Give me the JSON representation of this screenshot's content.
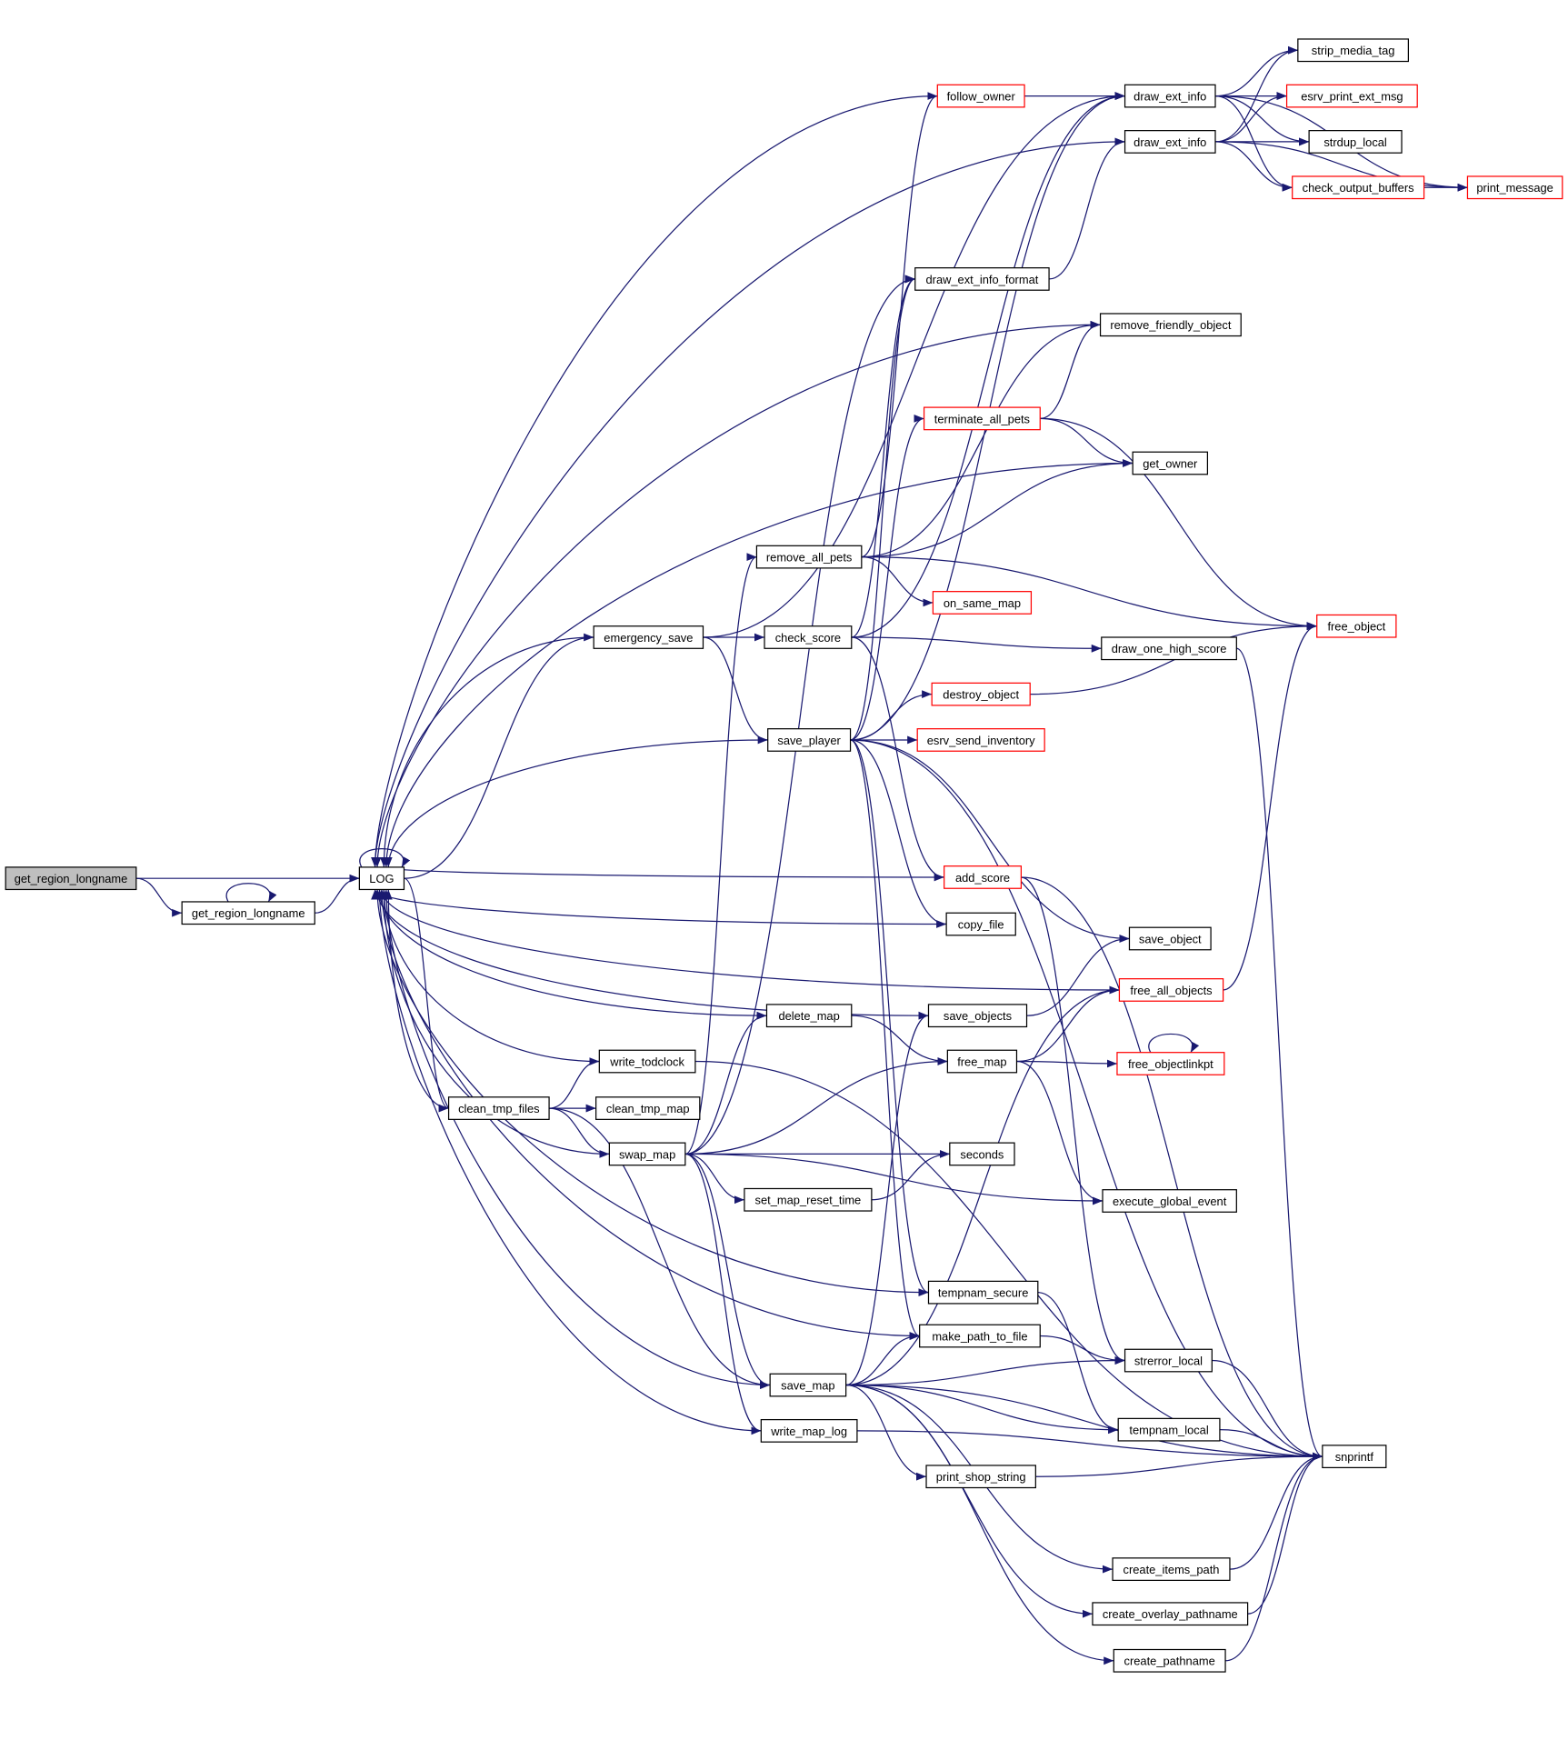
{
  "colors": {
    "edge": "#191970",
    "node_border": "#000000",
    "node_border_highlight": "#ff0000",
    "root_fill": "#bfbfbf",
    "node_fill": "#ffffff"
  },
  "nodes": [
    {
      "id": "root",
      "label": "get_region_longname",
      "style": "root"
    },
    {
      "id": "grl2",
      "label": "get_region_longname",
      "style": "normal"
    },
    {
      "id": "log",
      "label": "LOG",
      "style": "normal"
    },
    {
      "id": "follow_owner",
      "label": "follow_owner",
      "style": "red"
    },
    {
      "id": "dei1",
      "label": "draw_ext_info",
      "style": "normal"
    },
    {
      "id": "dei2",
      "label": "draw_ext_info",
      "style": "normal"
    },
    {
      "id": "strip_media_tag",
      "label": "strip_media_tag",
      "style": "normal"
    },
    {
      "id": "esrv_print_ext_msg",
      "label": "esrv_print_ext_msg",
      "style": "red"
    },
    {
      "id": "strdup_local",
      "label": "strdup_local",
      "style": "normal"
    },
    {
      "id": "check_output_buffers",
      "label": "check_output_buffers",
      "style": "red"
    },
    {
      "id": "print_message",
      "label": "print_message",
      "style": "red"
    },
    {
      "id": "draw_ext_info_format",
      "label": "draw_ext_info_format",
      "style": "normal"
    },
    {
      "id": "remove_friendly_object",
      "label": "remove_friendly_object",
      "style": "normal"
    },
    {
      "id": "terminate_all_pets",
      "label": "terminate_all_pets",
      "style": "red"
    },
    {
      "id": "get_owner",
      "label": "get_owner",
      "style": "normal"
    },
    {
      "id": "remove_all_pets",
      "label": "remove_all_pets",
      "style": "normal"
    },
    {
      "id": "on_same_map",
      "label": "on_same_map",
      "style": "red"
    },
    {
      "id": "free_object",
      "label": "free_object",
      "style": "red"
    },
    {
      "id": "emergency_save",
      "label": "emergency_save",
      "style": "normal"
    },
    {
      "id": "check_score",
      "label": "check_score",
      "style": "normal"
    },
    {
      "id": "draw_one_high_score",
      "label": "draw_one_high_score",
      "style": "normal"
    },
    {
      "id": "destroy_object",
      "label": "destroy_object",
      "style": "red"
    },
    {
      "id": "save_player",
      "label": "save_player",
      "style": "normal"
    },
    {
      "id": "esrv_send_inventory",
      "label": "esrv_send_inventory",
      "style": "red"
    },
    {
      "id": "add_score",
      "label": "add_score",
      "style": "red"
    },
    {
      "id": "copy_file",
      "label": "copy_file",
      "style": "normal"
    },
    {
      "id": "save_object",
      "label": "save_object",
      "style": "normal"
    },
    {
      "id": "free_all_objects",
      "label": "free_all_objects",
      "style": "red"
    },
    {
      "id": "save_objects",
      "label": "save_objects",
      "style": "normal"
    },
    {
      "id": "delete_map",
      "label": "delete_map",
      "style": "normal"
    },
    {
      "id": "free_map",
      "label": "free_map",
      "style": "normal"
    },
    {
      "id": "free_objectlinkpt",
      "label": "free_objectlinkpt",
      "style": "red"
    },
    {
      "id": "write_todclock",
      "label": "write_todclock",
      "style": "normal"
    },
    {
      "id": "clean_tmp_files",
      "label": "clean_tmp_files",
      "style": "normal"
    },
    {
      "id": "clean_tmp_map",
      "label": "clean_tmp_map",
      "style": "normal"
    },
    {
      "id": "swap_map",
      "label": "swap_map",
      "style": "normal"
    },
    {
      "id": "seconds",
      "label": "seconds",
      "style": "normal"
    },
    {
      "id": "set_map_reset_time",
      "label": "set_map_reset_time",
      "style": "normal"
    },
    {
      "id": "execute_global_event",
      "label": "execute_global_event",
      "style": "normal"
    },
    {
      "id": "tempnam_secure",
      "label": "tempnam_secure",
      "style": "normal"
    },
    {
      "id": "make_path_to_file",
      "label": "make_path_to_file",
      "style": "normal"
    },
    {
      "id": "strerror_local",
      "label": "strerror_local",
      "style": "normal"
    },
    {
      "id": "save_map",
      "label": "save_map",
      "style": "normal"
    },
    {
      "id": "write_map_log",
      "label": "write_map_log",
      "style": "normal"
    },
    {
      "id": "tempnam_local",
      "label": "tempnam_local",
      "style": "normal"
    },
    {
      "id": "snprintf",
      "label": "snprintf",
      "style": "normal"
    },
    {
      "id": "print_shop_string",
      "label": "print_shop_string",
      "style": "normal"
    },
    {
      "id": "create_items_path",
      "label": "create_items_path",
      "style": "normal"
    },
    {
      "id": "create_overlay_pathname",
      "label": "create_overlay_pathname",
      "style": "normal"
    },
    {
      "id": "create_pathname",
      "label": "create_pathname",
      "style": "normal"
    }
  ],
  "edges": [
    [
      "root",
      "log"
    ],
    [
      "root",
      "grl2"
    ],
    [
      "grl2",
      "grl2"
    ],
    [
      "grl2",
      "log"
    ],
    [
      "log",
      "log"
    ],
    [
      "log",
      "emergency_save"
    ],
    [
      "log",
      "clean_tmp_files"
    ],
    [
      "follow_owner",
      "log"
    ],
    [
      "follow_owner",
      "dei1"
    ],
    [
      "dei1",
      "strip_media_tag"
    ],
    [
      "dei1",
      "esrv_print_ext_msg"
    ],
    [
      "dei1",
      "strdup_local"
    ],
    [
      "dei1",
      "check_output_buffers"
    ],
    [
      "dei1",
      "print_message"
    ],
    [
      "dei2",
      "log"
    ],
    [
      "dei2",
      "strip_media_tag"
    ],
    [
      "dei2",
      "esrv_print_ext_msg"
    ],
    [
      "dei2",
      "strdup_local"
    ],
    [
      "dei2",
      "check_output_buffers"
    ],
    [
      "dei2",
      "print_message"
    ],
    [
      "check_output_buffers",
      "print_message"
    ],
    [
      "draw_ext_info_format",
      "dei2"
    ],
    [
      "remove_friendly_object",
      "log"
    ],
    [
      "terminate_all_pets",
      "remove_friendly_object"
    ],
    [
      "terminate_all_pets",
      "get_owner"
    ],
    [
      "terminate_all_pets",
      "free_object"
    ],
    [
      "get_owner",
      "log"
    ],
    [
      "remove_all_pets",
      "follow_owner"
    ],
    [
      "remove_all_pets",
      "remove_friendly_object"
    ],
    [
      "remove_all_pets",
      "get_owner"
    ],
    [
      "remove_all_pets",
      "on_same_map"
    ],
    [
      "remove_all_pets",
      "free_object"
    ],
    [
      "emergency_save",
      "log"
    ],
    [
      "emergency_save",
      "check_score"
    ],
    [
      "emergency_save",
      "save_player"
    ],
    [
      "emergency_save",
      "dei1"
    ],
    [
      "check_score",
      "draw_ext_info_format"
    ],
    [
      "check_score",
      "draw_one_high_score"
    ],
    [
      "check_score",
      "add_score"
    ],
    [
      "check_score",
      "dei1"
    ],
    [
      "draw_one_high_score",
      "snprintf"
    ],
    [
      "save_player",
      "log"
    ],
    [
      "save_player",
      "terminate_all_pets"
    ],
    [
      "save_player",
      "draw_ext_info_format"
    ],
    [
      "save_player",
      "destroy_object"
    ],
    [
      "save_player",
      "esrv_send_inventory"
    ],
    [
      "save_player",
      "copy_file"
    ],
    [
      "save_player",
      "save_object"
    ],
    [
      "save_player",
      "snprintf"
    ],
    [
      "save_player",
      "make_path_to_file"
    ],
    [
      "save_player",
      "tempnam_secure"
    ],
    [
      "save_player",
      "dei1"
    ],
    [
      "destroy_object",
      "free_object"
    ],
    [
      "add_score",
      "log"
    ],
    [
      "add_score",
      "snprintf"
    ],
    [
      "add_score",
      "strerror_local"
    ],
    [
      "copy_file",
      "log"
    ],
    [
      "save_objects",
      "log"
    ],
    [
      "save_objects",
      "save_object"
    ],
    [
      "free_all_objects",
      "log"
    ],
    [
      "free_all_objects",
      "free_object"
    ],
    [
      "free_map",
      "free_all_objects"
    ],
    [
      "free_map",
      "free_objectlinkpt"
    ],
    [
      "free_map",
      "execute_global_event"
    ],
    [
      "free_objectlinkpt",
      "free_objectlinkpt"
    ],
    [
      "delete_map",
      "log"
    ],
    [
      "delete_map",
      "free_map"
    ],
    [
      "write_todclock",
      "log"
    ],
    [
      "write_todclock",
      "snprintf"
    ],
    [
      "clean_tmp_files",
      "log"
    ],
    [
      "clean_tmp_files",
      "write_todclock"
    ],
    [
      "clean_tmp_files",
      "clean_tmp_map"
    ],
    [
      "clean_tmp_files",
      "swap_map"
    ],
    [
      "clean_tmp_files",
      "save_map"
    ],
    [
      "swap_map",
      "log"
    ],
    [
      "swap_map",
      "remove_all_pets"
    ],
    [
      "swap_map",
      "draw_ext_info_format"
    ],
    [
      "swap_map",
      "delete_map"
    ],
    [
      "swap_map",
      "free_map"
    ],
    [
      "swap_map",
      "seconds"
    ],
    [
      "swap_map",
      "set_map_reset_time"
    ],
    [
      "swap_map",
      "execute_global_event"
    ],
    [
      "swap_map",
      "save_map"
    ],
    [
      "swap_map",
      "write_map_log"
    ],
    [
      "set_map_reset_time",
      "seconds"
    ],
    [
      "tempnam_secure",
      "log"
    ],
    [
      "tempnam_secure",
      "tempnam_local"
    ],
    [
      "make_path_to_file",
      "log"
    ],
    [
      "make_path_to_file",
      "strerror_local"
    ],
    [
      "save_map",
      "log"
    ],
    [
      "save_map",
      "save_objects"
    ],
    [
      "save_map",
      "free_all_objects"
    ],
    [
      "save_map",
      "make_path_to_file"
    ],
    [
      "save_map",
      "strerror_local"
    ],
    [
      "save_map",
      "tempnam_local"
    ],
    [
      "save_map",
      "print_shop_string"
    ],
    [
      "save_map",
      "snprintf"
    ],
    [
      "save_map",
      "create_items_path"
    ],
    [
      "save_map",
      "create_overlay_pathname"
    ],
    [
      "save_map",
      "create_pathname"
    ],
    [
      "write_map_log",
      "log"
    ],
    [
      "write_map_log",
      "snprintf"
    ],
    [
      "strerror_local",
      "snprintf"
    ],
    [
      "tempnam_local",
      "snprintf"
    ],
    [
      "print_shop_string",
      "snprintf"
    ],
    [
      "create_items_path",
      "snprintf"
    ],
    [
      "create_overlay_pathname",
      "snprintf"
    ],
    [
      "create_pathname",
      "snprintf"
    ]
  ]
}
